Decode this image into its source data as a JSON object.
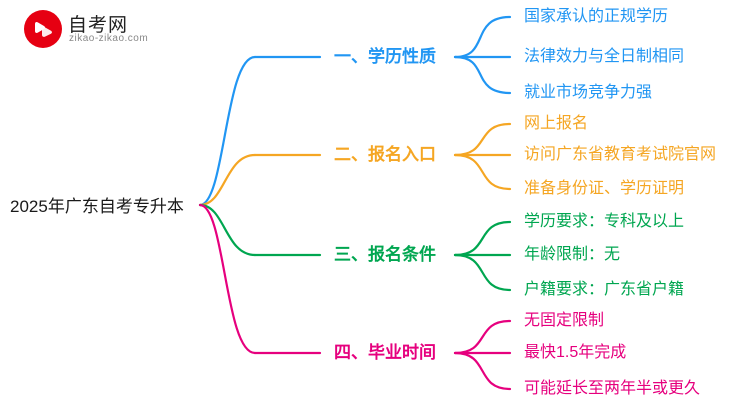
{
  "logo": {
    "title": "自考网",
    "subtitle": "zikao-zikao.com",
    "mark_color": "#e60012",
    "icon": "swirl-logo-icon"
  },
  "mindmap": {
    "root": {
      "label": "2025年广东自考专升本",
      "color": "#1a1a1a"
    },
    "branches": [
      {
        "label": "一、学历性质",
        "color": "#2196f3",
        "leaves": [
          "国家承认的正规学历",
          "法律效力与全日制相同",
          "就业市场竞争力强"
        ]
      },
      {
        "label": "二、报名入口",
        "color": "#f5a623",
        "leaves": [
          "网上报名",
          "访问广东省教育考试院官网",
          "准备身份证、学历证明"
        ]
      },
      {
        "label": "三、报名条件",
        "color": "#00a650",
        "leaves": [
          "学历要求：专科及以上",
          "年龄限制：无",
          "户籍要求：广东省户籍"
        ]
      },
      {
        "label": "四、毕业时间",
        "color": "#e6007e",
        "leaves": [
          "无固定限制",
          "最快1.5年完成",
          "可能延长至两年半或更久"
        ]
      }
    ]
  }
}
